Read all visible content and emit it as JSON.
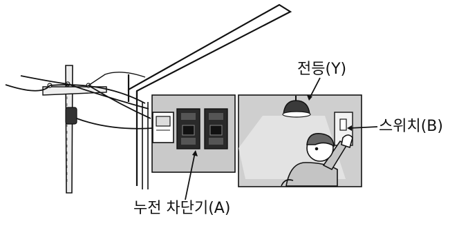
{
  "labels": {
    "lamp": "전등(Y)",
    "switch": "스위치(B)",
    "breaker": "누전 차단기(A)"
  },
  "colors": {
    "panel_fill": "#c9c9c9",
    "room_fill": "#cfcfcf",
    "line": "#111111",
    "background": "#ffffff"
  },
  "icons": [
    "utility-pole",
    "power-lines",
    "electric-meter",
    "circuit-breaker",
    "ceiling-lamp",
    "wall-switch",
    "person"
  ]
}
